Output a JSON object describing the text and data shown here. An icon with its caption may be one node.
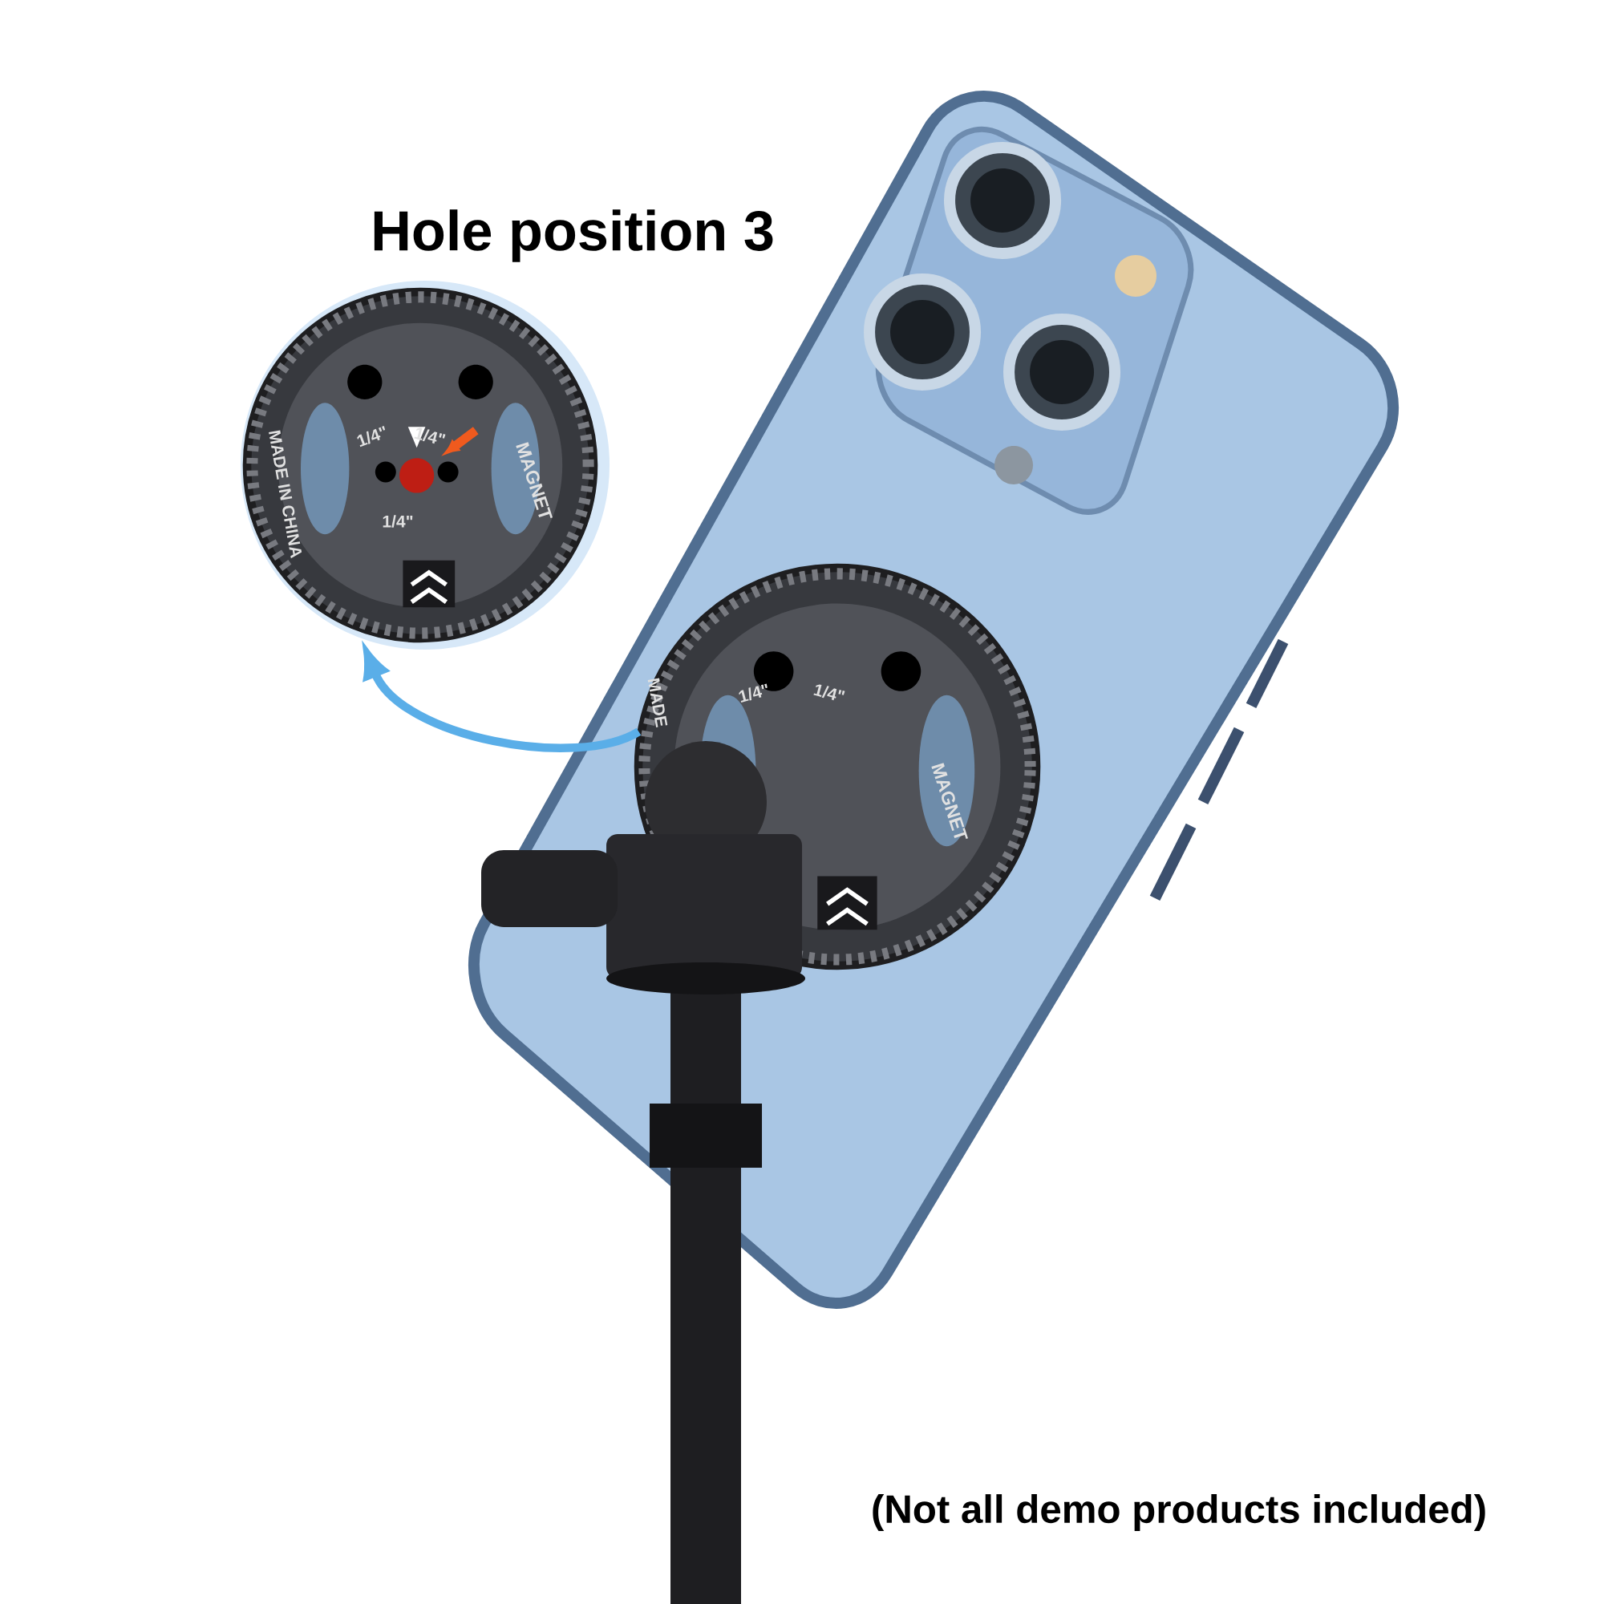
{
  "diagram": {
    "caption": "(Not all demo products included)",
    "nodes": [
      {
        "text": [
          "Hole position 3"
        ]
      },
      {
        "text": [],
        "shape": "picture"
      }
    ],
    "edges": [
      {
        "from": 1,
        "to": 0,
        "arrow": "to",
        "color": "#5aaee8"
      }
    ],
    "labels": [
      "1/4\"",
      "1/4\"",
      "MADE IN CHINA",
      "1/4\"",
      "MAGNET",
      "1/4\"",
      "1/4\"",
      "MADE",
      "MAGNET"
    ]
  }
}
